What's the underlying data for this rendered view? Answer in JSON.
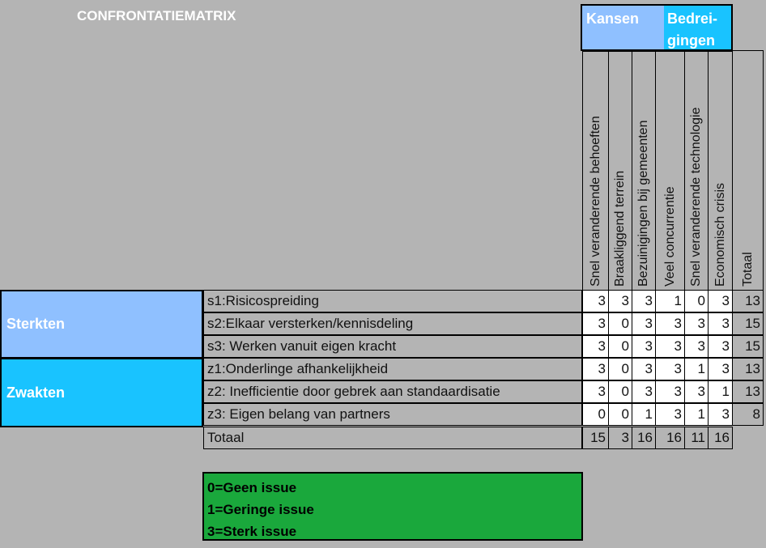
{
  "title": "CONFRONTATIEMATRIX",
  "header": {
    "kansen": "Kansen",
    "bedreigingen": "Bedrei-gingen"
  },
  "columns": [
    "Snel veranderende behoeften",
    "Braakliggend terrein",
    "Bezuinigingen bij gemeenten",
    "Veel concurrentie",
    "Snel veranderende technologie",
    "Economisch crisis",
    "Totaal"
  ],
  "groups": {
    "sterkten": "Sterkten",
    "zwakten": "Zwakten"
  },
  "rows": [
    {
      "label": "s1:Risicospreiding",
      "values": [
        3,
        3,
        3,
        1,
        0,
        3
      ],
      "total": 13
    },
    {
      "label": "s2:Elkaar versterken/kennisdeling",
      "values": [
        3,
        0,
        3,
        3,
        3,
        3
      ],
      "total": 15
    },
    {
      "label": "s3: Werken vanuit eigen kracht",
      "values": [
        3,
        0,
        3,
        3,
        3,
        3
      ],
      "total": 15
    },
    {
      "label": "z1:Onderlinge afhankelijkheid",
      "values": [
        3,
        0,
        3,
        3,
        1,
        3
      ],
      "total": 13
    },
    {
      "label": "z2: Inefficientie door gebrek aan standaardisatie",
      "values": [
        3,
        0,
        3,
        3,
        3,
        1
      ],
      "total": 13
    },
    {
      "label": "z3: Eigen belang van partners",
      "values": [
        0,
        0,
        1,
        3,
        1,
        3
      ],
      "total": 8
    }
  ],
  "totals": {
    "label": "Totaal",
    "values": [
      15,
      3,
      16,
      16,
      11,
      16
    ]
  },
  "legend": [
    "0=Geen issue",
    "1=Geringe issue",
    "3=Sterk issue"
  ]
}
